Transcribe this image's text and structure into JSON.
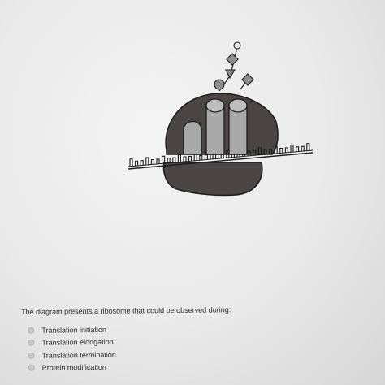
{
  "question": {
    "stem": "The diagram presents a ribosome that could be observed during:",
    "options": [
      {
        "label": "Translation initiation"
      },
      {
        "label": "Translation elongation"
      },
      {
        "label": "Translation termination"
      },
      {
        "label": "Protein modification"
      }
    ]
  },
  "colors": {
    "ribosome_large_subunit": "#4b4545",
    "ribosome_small_subunit": "#4b4545",
    "trna": "#a9a9a9",
    "peptide_chain": "#8e8e8e",
    "outline": "#1c1c1c",
    "background": "#ececec"
  }
}
